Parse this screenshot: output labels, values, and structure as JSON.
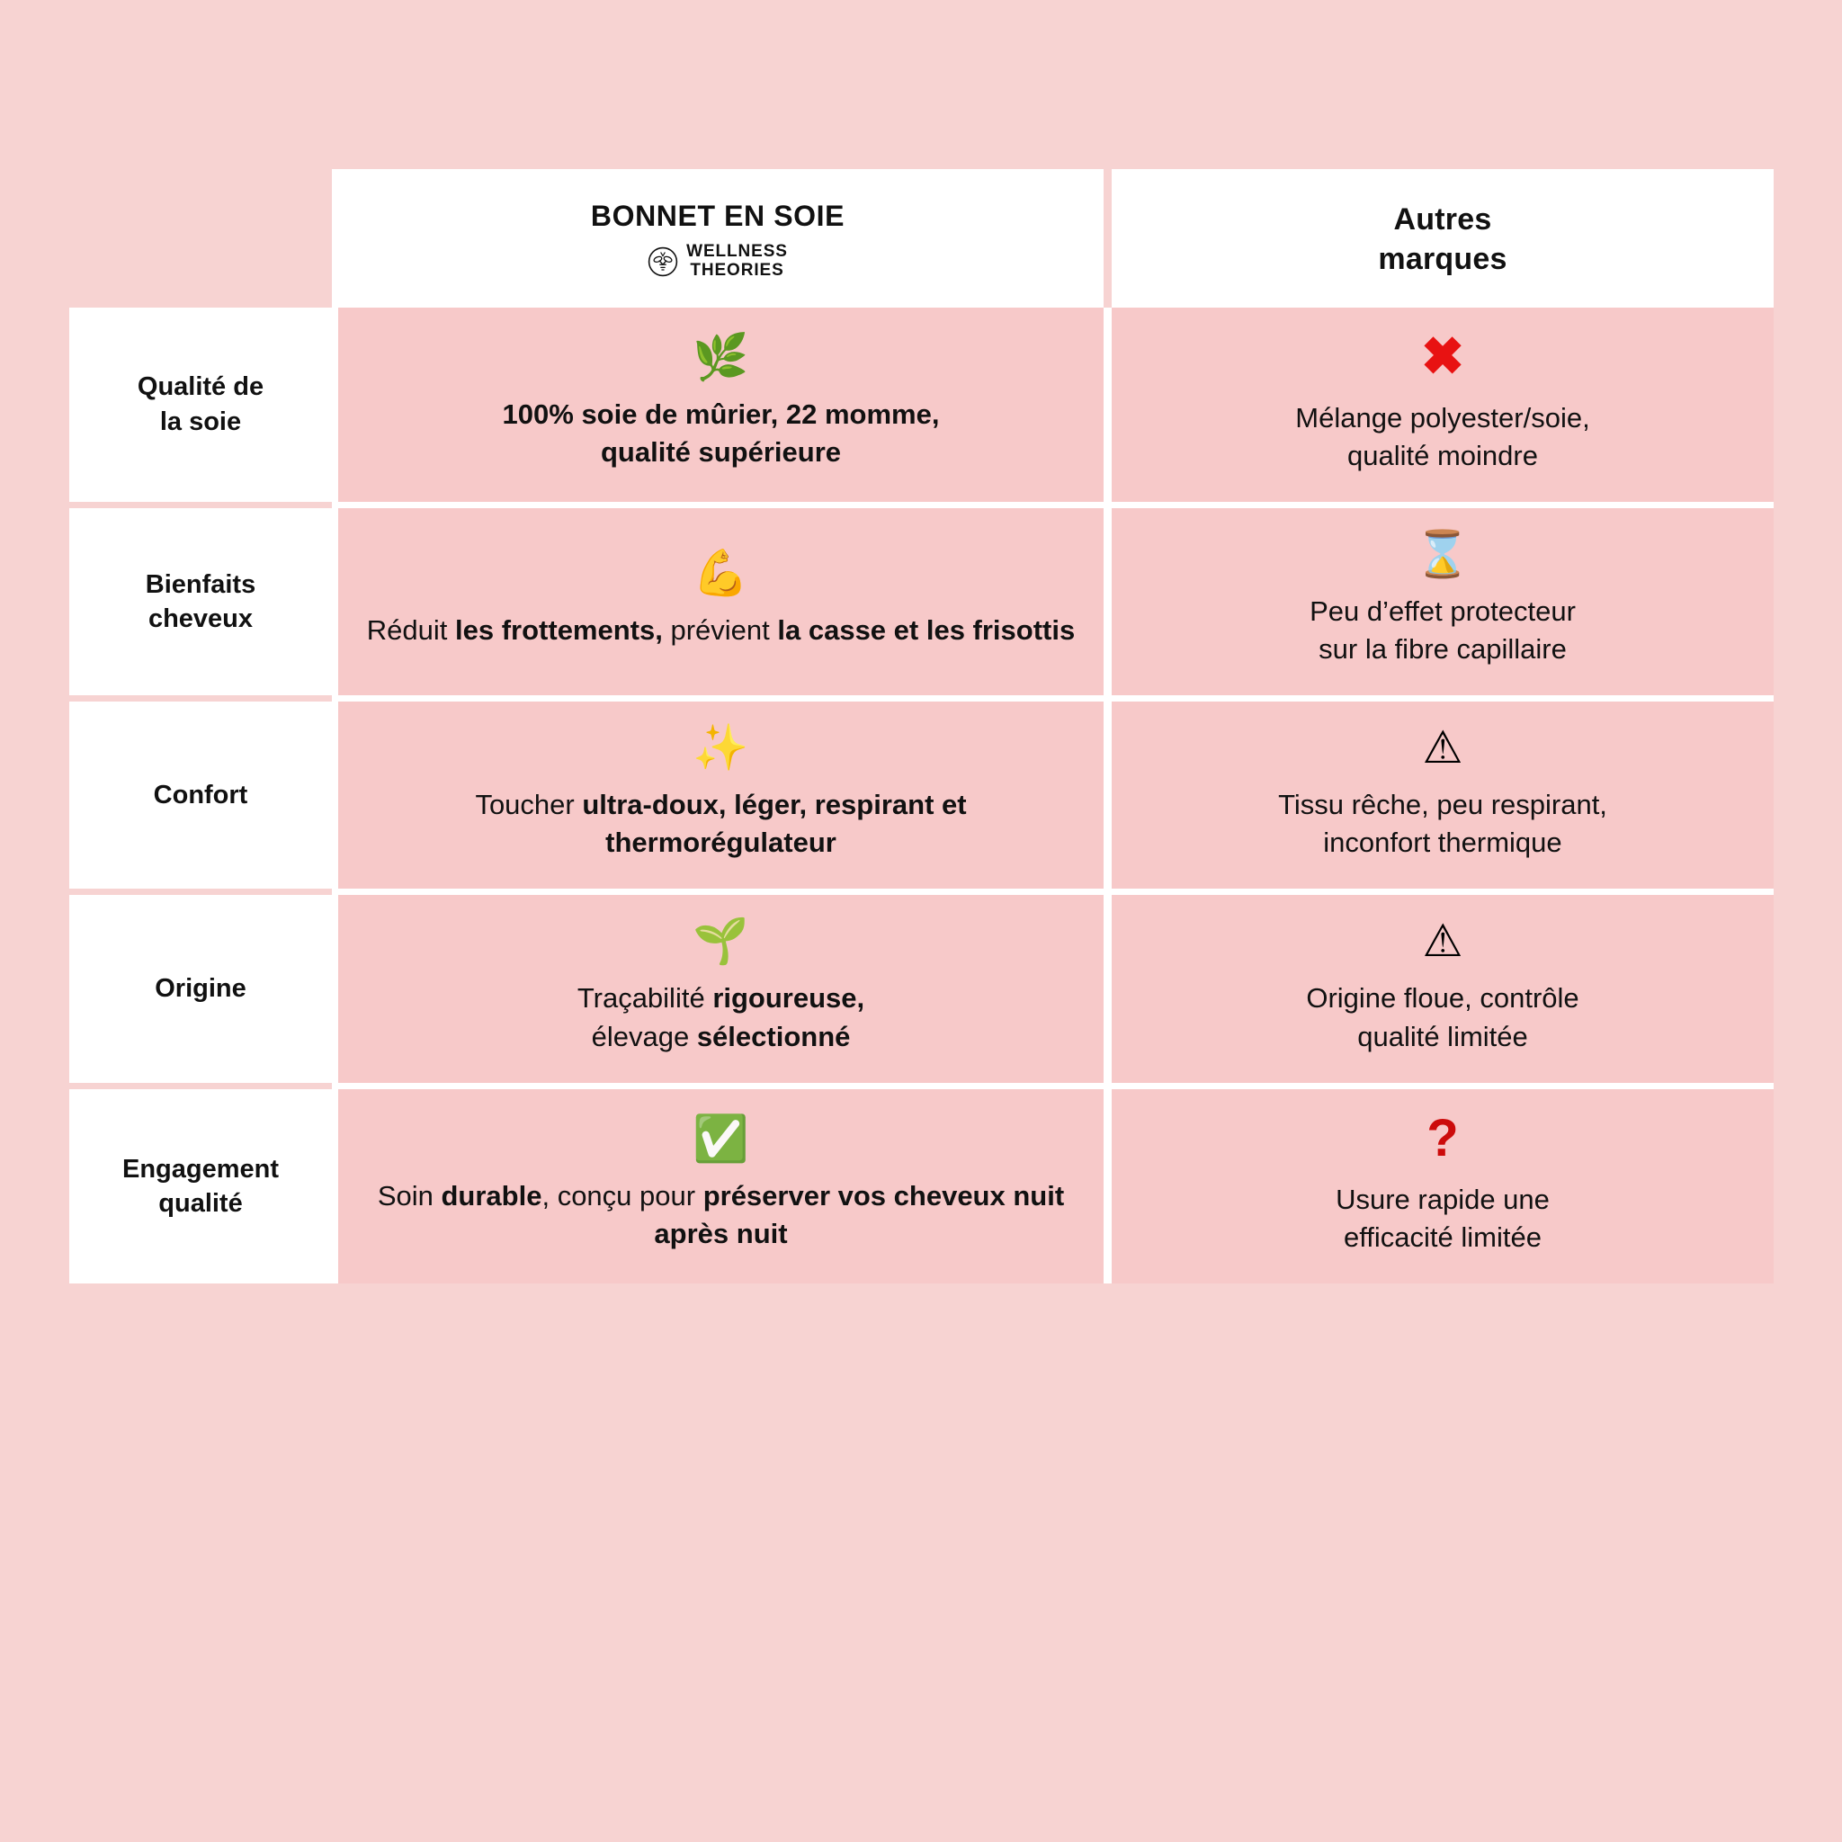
{
  "theme": {
    "page_background": "#F7D3D2",
    "cell_background": "#F7C9C9",
    "header_background": "#FFFFFF",
    "label_background": "#FFFFFF",
    "text_color": "#111111",
    "cross_red": "#E81212",
    "question_red": "#CC0B0B",
    "warning_yellow": "#F7C325",
    "check_green": "#16A22B",
    "leaf_green": "#5BAE3C"
  },
  "header": {
    "label_column": "",
    "product_title": "BONNET EN SOIE",
    "brand_line_1": "WELLNESS",
    "brand_line_2": "THEORIES",
    "brand_mark": "bee-logo-icon",
    "competitor_title_line_1": "Autres",
    "competitor_title_line_2": "marques"
  },
  "rows": [
    {
      "label": "Qualité de\nla soie",
      "label_line_1": "Qualité de",
      "label_line_2": "la soie",
      "product": {
        "icon": "herb-leaf-emoji",
        "icon_glyph": "🌿",
        "text_plain": "100% soie de mûrier, 22 momme, qualité supérieure",
        "line_1": "100% soie de mûrier, 22 momme,",
        "line_2": "qualité supérieure",
        "weight": "bold"
      },
      "competitor": {
        "icon": "red-cross-mark-emoji",
        "icon_glyph": "✖",
        "text_plain": "Mélange polyester/soie, qualité moindre",
        "line_1": "Mélange polyester/soie,",
        "line_2": "qualité moindre",
        "weight": "regular"
      }
    },
    {
      "label": "Bienfaits\ncheveux",
      "label_line_1": "Bienfaits",
      "label_line_2": "cheveux",
      "product": {
        "icon": "flexed-biceps-emoji",
        "icon_glyph": "💪",
        "text_plain": "Réduit les frottements, prévient la casse et les frisottis",
        "html": "Réduit <b>les frottements,</b> prévient <b>la casse et les frisottis</b>",
        "weight": "mixed"
      },
      "competitor": {
        "icon": "hourglass-emoji",
        "icon_glyph": "⌛",
        "text_plain": "Peu d’effet protecteur sur la fibre capillaire",
        "line_1": "Peu d’effet protecteur",
        "line_2": "sur la fibre capillaire",
        "weight": "regular"
      }
    },
    {
      "label": "Confort",
      "label_line_1": "Confort",
      "label_line_2": "",
      "product": {
        "icon": "sparkles-emoji",
        "icon_glyph": "✨",
        "text_plain": "Toucher ultra-doux, léger, respirant et thermorégulateur",
        "html": "Toucher <b>ultra-doux, léger, respirant et thermorégulateur</b>",
        "weight": "mixed"
      },
      "competitor": {
        "icon": "warning-triangle-emoji",
        "icon_glyph": "⚠",
        "text_plain": "Tissu rêche, peu respirant, inconfort thermique",
        "line_1": "Tissu rêche, peu respirant,",
        "line_2": "inconfort thermique",
        "weight": "regular"
      }
    },
    {
      "label": "Origine",
      "label_line_1": "Origine",
      "label_line_2": "",
      "product": {
        "icon": "seedling-emoji",
        "icon_glyph": "🌱",
        "text_plain": "Traçabilité rigoureuse, élevage sélectionné",
        "html": "Traçabilité <b>rigoureuse,</b><br>élevage <b>sélectionné</b>",
        "weight": "mixed"
      },
      "competitor": {
        "icon": "warning-triangle-emoji",
        "icon_glyph": "⚠",
        "text_plain": "Origine floue, contrôle qualité limitée",
        "line_1": "Origine floue, contrôle",
        "line_2": "qualité limitée",
        "weight": "regular"
      }
    },
    {
      "label": "Engagement\nqualité",
      "label_line_1": "Engagement",
      "label_line_2": "qualité",
      "product": {
        "icon": "green-check-mark-button-emoji",
        "icon_glyph": "✅",
        "text_plain": "Soin durable, conçu pour préserver vos cheveux nuit après nuit",
        "html": "Soin <b>durable</b>, conçu pour <b>préserver vos cheveux nuit après nuit</b>",
        "weight": "mixed"
      },
      "competitor": {
        "icon": "red-question-mark-emoji",
        "icon_glyph": "?",
        "text_plain": "Usure rapide une efficacité limitée",
        "line_1": "Usure rapide une",
        "line_2": "efficacité limitée",
        "weight": "regular"
      }
    }
  ]
}
